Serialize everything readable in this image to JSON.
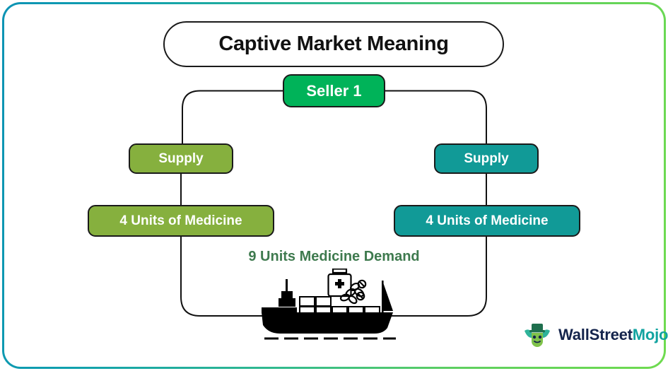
{
  "frame": {
    "gradient_start": "#0d93b4",
    "gradient_end": "#6fdb4f",
    "background": "#ffffff"
  },
  "header": {
    "title": "Captive Market Meaning"
  },
  "diagram": {
    "seller": {
      "label": "Seller 1",
      "color": "#00b359",
      "text_color": "#ffffff"
    },
    "branches": [
      {
        "side": "left",
        "supply_label": "Supply",
        "units_label": "4 Units of Medicine",
        "color": "#86b03e"
      },
      {
        "side": "right",
        "supply_label": "Supply",
        "units_label": "4 Units of Medicine",
        "color": "#119a97"
      }
    ],
    "demand": {
      "label": "9 Units Medicine Demand",
      "color": "#3e7a4e"
    },
    "illustration": {
      "name": "cargo-ship-with-medicine",
      "color": "#000000"
    }
  },
  "logo": {
    "brand_primary": "WallStreet",
    "brand_secondary": "Mojo",
    "primary_color": "#14244c",
    "secondary_color": "#12a3a0"
  }
}
